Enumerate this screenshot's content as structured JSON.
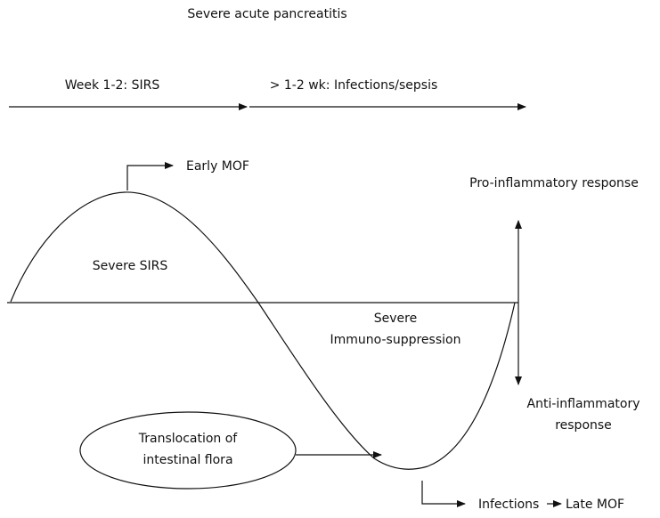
{
  "title": "Severe acute pancreatitis",
  "phases": {
    "early": "Week 1-2: SIRS",
    "late": "> 1-2 wk: Infections/sepsis"
  },
  "peak_label": "Early MOF",
  "sirs_label": "Severe SIRS",
  "immuno_label": {
    "line1": "Severe",
    "line2": "Immuno-suppression"
  },
  "response_axis": {
    "pro": "Pro-inflammatory response",
    "anti_line1": "Anti-inflammatory",
    "anti_line2": "response"
  },
  "translocation": {
    "line1": "Translocation of",
    "line2": "intestinal flora"
  },
  "outcome": {
    "infections": "Infections",
    "late": "Late MOF"
  },
  "colors": {
    "stroke": "#111111",
    "background": "#ffffff"
  }
}
